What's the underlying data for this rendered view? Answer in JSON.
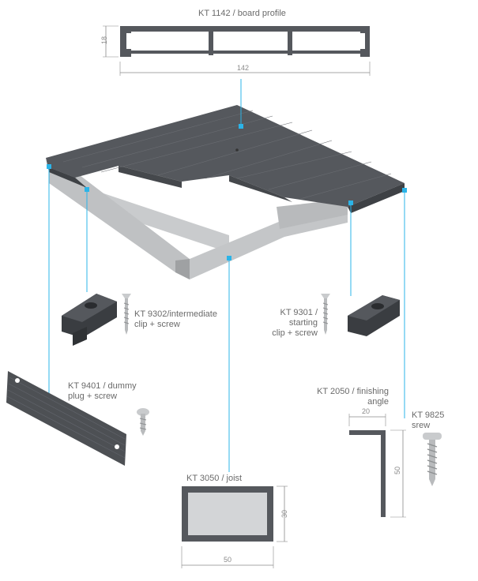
{
  "labels": {
    "board_profile": "KT 1142 / board profile",
    "intermediate_line1": "KT 9302/intermediate",
    "intermediate_line2": "clip + screw",
    "starting_line1": "KT 9301 / starting",
    "starting_line2": "clip + screw",
    "dummy_line1": "KT 9401 / dummy",
    "dummy_line2": "plug + screw",
    "finishing_line1": "KT 2050 / finishing",
    "finishing_line2": "angle",
    "screw_line1": "KT 9825",
    "screw_line2": "srew",
    "joist": "KT 3050 / joist"
  },
  "dims": {
    "profile_height": "18",
    "profile_width": "142",
    "angle_top": "20",
    "angle_side": "50",
    "joist_height": "30",
    "joist_width": "50"
  },
  "colors": {
    "deck": "#55585d",
    "frame": "#c9cbcd",
    "accent": "#2bb4e8",
    "dark_part": "#3a3d41",
    "line": "#8a8a8a"
  }
}
